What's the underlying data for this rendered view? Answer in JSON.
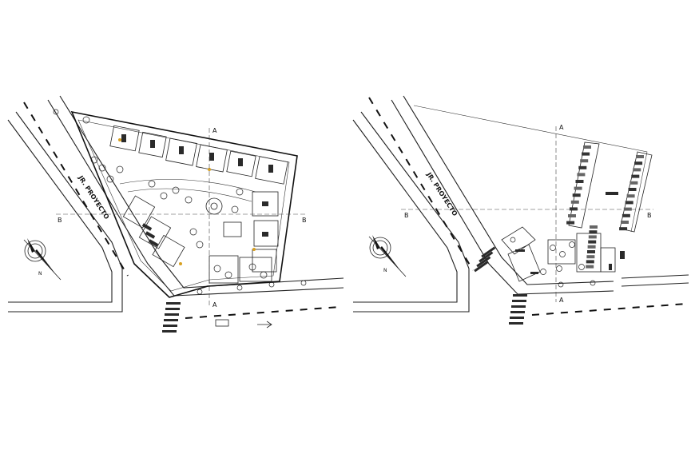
{
  "plans": [
    {
      "id": "left",
      "street_label": "JR. PROYECTO",
      "section_marks": {
        "a_top": "A",
        "a_bottom": "A",
        "b_left": "B",
        "b_right": "B"
      },
      "north_label": "N"
    },
    {
      "id": "right",
      "street_label": "JR. PROYECTO",
      "section_marks": {
        "a_top": "A",
        "a_bottom": "A",
        "b_left": "B",
        "b_right": "B"
      },
      "north_label": "N"
    }
  ],
  "colors": {
    "line": "#111111",
    "accent": "#d8a020",
    "background": "#ffffff"
  }
}
